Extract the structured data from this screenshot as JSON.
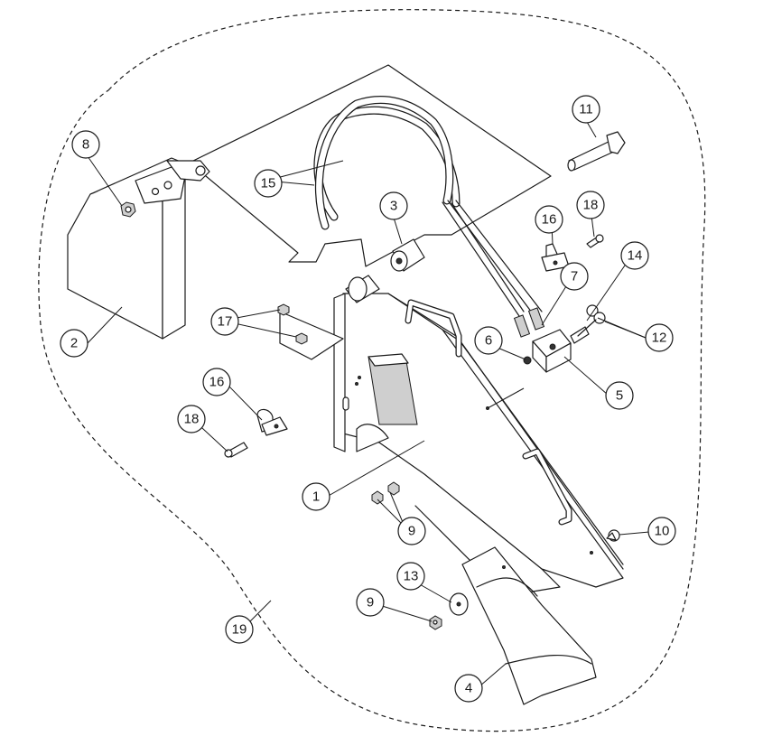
{
  "callouts": [
    {
      "key": "c1",
      "label": "1"
    },
    {
      "key": "c2",
      "label": "2"
    },
    {
      "key": "c3",
      "label": "3"
    },
    {
      "key": "c4",
      "label": "4"
    },
    {
      "key": "c5",
      "label": "5"
    },
    {
      "key": "c6",
      "label": "6"
    },
    {
      "key": "c7",
      "label": "7"
    },
    {
      "key": "c8",
      "label": "8"
    },
    {
      "key": "c9a",
      "label": "9"
    },
    {
      "key": "c9b",
      "label": "9"
    },
    {
      "key": "c10",
      "label": "10"
    },
    {
      "key": "c11",
      "label": "11"
    },
    {
      "key": "c12",
      "label": "12"
    },
    {
      "key": "c13",
      "label": "13"
    },
    {
      "key": "c14",
      "label": "14"
    },
    {
      "key": "c15",
      "label": "15"
    },
    {
      "key": "c16a",
      "label": "16"
    },
    {
      "key": "c16b",
      "label": "16"
    },
    {
      "key": "c17",
      "label": "17"
    },
    {
      "key": "c18a",
      "label": "18"
    },
    {
      "key": "c18b",
      "label": "18"
    },
    {
      "key": "c19",
      "label": "19"
    }
  ]
}
